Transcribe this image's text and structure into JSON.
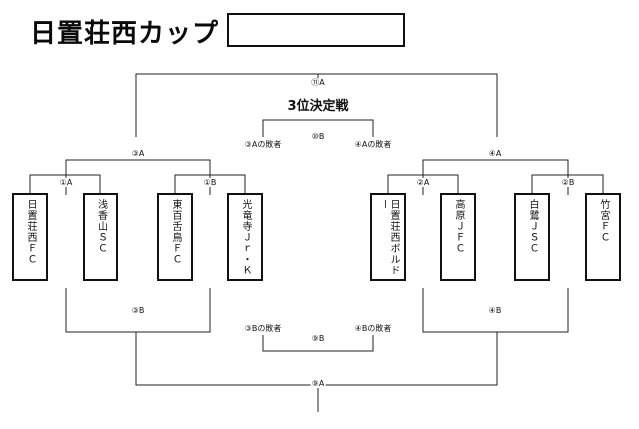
{
  "header": {
    "title": "日置荘西カップ",
    "name_box_value": ""
  },
  "third_place": {
    "title": "3位決定戦"
  },
  "teams": [
    "日置荘西ＦＣ",
    "浅香山ＳＣ",
    "東百舌鳥ＦＣ",
    "光竜寺Ｊｒ・Ｋ",
    "日置荘西ボルドー",
    "高原ＪＦＣ",
    "白鷺ＪＳＣ",
    "竹宮ＦＣ"
  ],
  "match_labels": {
    "final_top": "⑪A",
    "third_place_match": "⑩B",
    "semi_left_loser": "③Aの敗者",
    "semi_right_loser": "④Aの敗者",
    "semi_left": "③A",
    "semi_right": "④A",
    "r1_1a": "①A",
    "r1_1b": "①B",
    "r1_2a": "②A",
    "r1_2b": "②B",
    "lower_left": "③B",
    "lower_right": "④B",
    "lower_left_loser": "③Bの敗者",
    "lower_right_loser": "④Bの敗者",
    "lower_third_match": "⑨B",
    "lower_final": "⑨A"
  }
}
